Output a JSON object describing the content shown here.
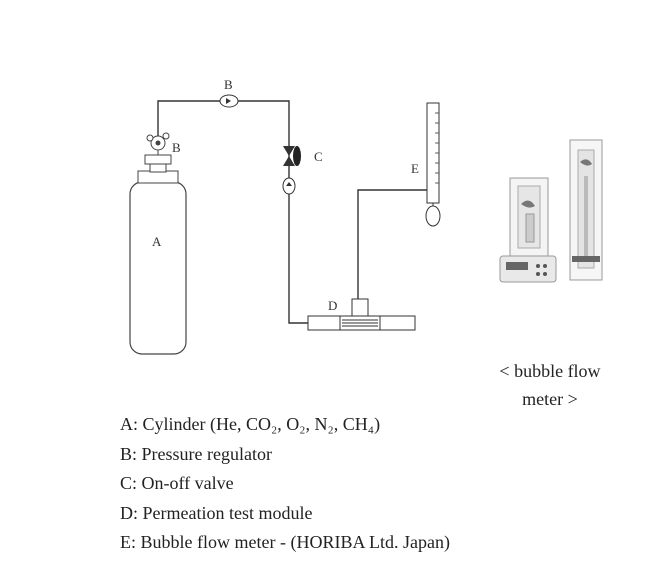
{
  "diagram": {
    "labels": {
      "A": "A",
      "B_top": "B",
      "B_side": "B",
      "C": "C",
      "D": "D",
      "E": "E"
    }
  },
  "photo_caption": {
    "line1": "< bubble flow",
    "line2": "meter >"
  },
  "legend": [
    {
      "key": "A:",
      "text": "Cylinder (He, CO₂, O₂, N₂, CH₄)"
    },
    {
      "key": "B:",
      "text": "Pressure regulator"
    },
    {
      "key": "C:",
      "text": "On-off valve"
    },
    {
      "key": "D:",
      "text": "Permeation test module"
    },
    {
      "key": "E:",
      "text": "Bubble flow meter - (HORIBA Ltd. Japan)"
    }
  ]
}
